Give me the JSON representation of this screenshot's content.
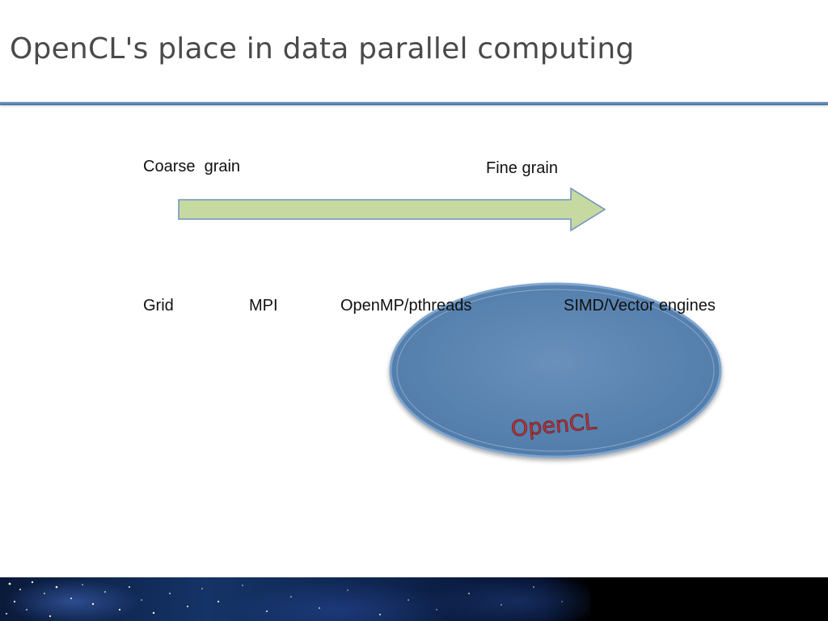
{
  "slide": {
    "title": "OpenCL's place in data parallel computing"
  },
  "diagram": {
    "arrow": {
      "start_label": "Coarse  grain",
      "end_label": "Fine grain",
      "fill_color": "#c6d9a0",
      "stroke_color": "#6f90c0"
    },
    "categories": [
      {
        "label": "Grid"
      },
      {
        "label": "MPI"
      },
      {
        "label": "OpenMP/pthreads"
      },
      {
        "label": "SIMD/Vector engines"
      }
    ],
    "ellipse": {
      "label": "OpenCL",
      "fill_color": "#5b86b3",
      "label_color": "#b8343a"
    }
  }
}
